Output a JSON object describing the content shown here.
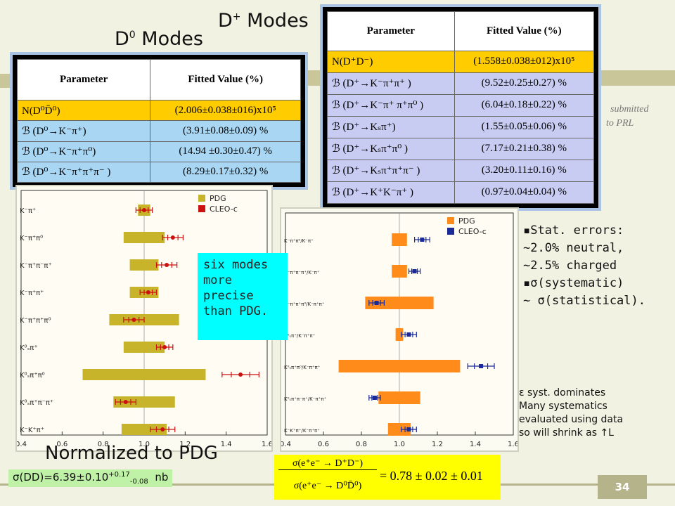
{
  "d_plus_title": "D",
  "d_plus_sup": "+",
  "d_plus_suffix": " Modes",
  "d0_title": "D",
  "d0_sup": "0",
  "d0_suffix": " Modes",
  "d0_table": {
    "headers": [
      "Parameter",
      "Fitted Value (%)"
    ],
    "rows": [
      {
        "param": "N(D⁰D̄⁰)",
        "value": "(2.006±0.038±016)x10⁵",
        "highlight": true
      },
      {
        "param": "ℬ (D⁰→K⁻π⁺)",
        "value": "(3.91±0.08±0.09) %"
      },
      {
        "param": "ℬ (D⁰→K⁻π⁺π⁰)",
        "value": "(14.94 ±0.30±0.47) %"
      },
      {
        "param": "ℬ (D⁰→K⁻π⁺π⁺π⁻ )",
        "value": "(8.29±0.17±0.32) %"
      }
    ]
  },
  "dplus_table": {
    "headers": [
      "Parameter",
      "Fitted Value (%)"
    ],
    "rows": [
      {
        "param": "N(D⁺D⁻)",
        "value": "(1.558±0.038±012)x10⁵",
        "highlight": true
      },
      {
        "param": "ℬ (D⁺→K⁻π⁺π⁺ )",
        "value": "(9.52±0.25±0.27) %"
      },
      {
        "param": "ℬ (D⁺→K⁻π⁺ π⁺π⁰ )",
        "value": "(6.04±0.18±0.22) %"
      },
      {
        "param": "ℬ (D⁺→Kₛπ⁺)",
        "value": "(1.55±0.05±0.06) %"
      },
      {
        "param": "ℬ (D⁺→Kₛπ⁺π⁰ )",
        "value": "(7.17±0.21±0.38) %"
      },
      {
        "param": "ℬ (D⁺→Kₛπ⁺π⁺π⁻ )",
        "value": "(3.20±0.11±0.16) %"
      },
      {
        "param": "ℬ (D⁺→K⁺K⁻π⁺ )",
        "value": "(0.97±0.04±0.04) %"
      }
    ]
  },
  "submitted": [
    "submitted",
    "to PRL"
  ],
  "callout_lines": [
    "six modes",
    "more",
    "precise",
    "than PDG."
  ],
  "notes": [
    "▪Stat.  errors:",
    " ~2.0% neutral,",
    "~2.5% charged",
    "▪σ(systematic)",
    " ~ σ(statistical)."
  ],
  "syst_notes": [
    "ε syst. dominates",
    "Many systematics",
    "evaluated using data",
    "so will shrink as ↑L"
  ],
  "normalized_title": "Normalized to PDG",
  "sigma_text": "σ(DD)=6.39±0.10",
  "sigma_sup": "+0.17",
  "sigma_sub": "-0.08",
  "sigma_unit": "nb",
  "formula_prefix": "σ(e⁺e⁻ → D⁺D⁻)",
  "formula_denom": "σ(e⁺e⁻ → D⁰D̄⁰)",
  "formula_result": "= 0.78 ± 0.02 ± 0.01",
  "slide_number": "34",
  "colors": {
    "pdg_left": "#c8b42a",
    "cleo_left": "#cc1111",
    "pdg_right": "#ff8c1a",
    "cleo_right": "#1a2a99",
    "callout": "#00ffff",
    "formula_bg": "#ffff00",
    "highlight_row": "#ffcc00"
  },
  "chart_data": [
    {
      "type": "scatter",
      "legend": [
        "PDG",
        "CLEO-c"
      ],
      "legend_position": "top-right",
      "xlim": [
        0.4,
        1.6
      ],
      "xticks": [
        "0.4",
        "0.6",
        "0.8",
        "1.0",
        "1.2",
        "1.4",
        "1.6"
      ],
      "categories": [
        "K⁻π⁺",
        "K⁻π⁺π⁰",
        "K⁻π⁺π⁻π⁺",
        "K⁻π⁺π⁺",
        "K⁻π⁺π⁺π⁰",
        "K⁰ₛπ⁺",
        "K⁰ₛπ⁺π⁰",
        "K⁰ₛπ⁺π⁻π⁺",
        "K⁻K⁺π⁺"
      ],
      "pdg": [
        [
          0.97,
          1.03
        ],
        [
          0.9,
          1.1
        ],
        [
          0.93,
          1.07
        ],
        [
          0.93,
          1.07
        ],
        [
          0.83,
          1.17
        ],
        [
          0.9,
          1.1
        ],
        [
          0.7,
          1.3
        ],
        [
          0.85,
          1.15
        ],
        [
          0.89,
          1.11
        ]
      ],
      "cleo": [
        {
          "value": 1.0,
          "err": 0.04
        },
        {
          "value": 1.14,
          "err": 0.05
        },
        {
          "value": 1.11,
          "err": 0.05
        },
        {
          "value": 1.02,
          "err": 0.04
        },
        {
          "value": 0.95,
          "err": 0.05
        },
        {
          "value": 1.1,
          "err": 0.04
        },
        {
          "value": 1.47,
          "err": 0.09
        },
        {
          "value": 0.91,
          "err": 0.05
        },
        {
          "value": 1.09,
          "err": 0.06
        }
      ]
    },
    {
      "type": "scatter",
      "legend": [
        "PDG",
        "CLEO-c"
      ],
      "legend_position": "top-right",
      "xlim": [
        0.4,
        1.6
      ],
      "xticks": [
        "0.4",
        "0.6",
        "0.8",
        "1.0",
        "1.2",
        "1.4",
        "1.6"
      ],
      "categories": [
        "K⁻π⁺π⁰/K⁻π⁺",
        "K⁻π⁺π⁻π⁺/K⁻π⁺",
        "K⁻π⁺π⁺π⁰/K⁻π⁺π⁺",
        "K⁰ₛπ⁺/K⁻π⁺π⁺",
        "K⁰ₛπ⁺π⁰/K⁻π⁺π⁺",
        "K⁰ₛπ⁺π⁻π⁺/K⁻π⁺π⁺",
        "K⁻K⁺π⁺/K⁻π⁺π⁺"
      ],
      "pdg": [
        [
          0.96,
          1.04
        ],
        [
          0.96,
          1.04
        ],
        [
          0.82,
          1.18
        ],
        [
          0.98,
          1.02
        ],
        [
          0.68,
          1.32
        ],
        [
          0.89,
          1.11
        ],
        [
          0.94,
          1.06
        ]
      ],
      "cleo": [
        {
          "value": 1.12,
          "err": 0.04
        },
        {
          "value": 1.08,
          "err": 0.03
        },
        {
          "value": 0.88,
          "err": 0.04
        },
        {
          "value": 1.05,
          "err": 0.04
        },
        {
          "value": 1.43,
          "err": 0.07
        },
        {
          "value": 0.87,
          "err": 0.03
        },
        {
          "value": 1.05,
          "err": 0.04
        }
      ]
    }
  ]
}
